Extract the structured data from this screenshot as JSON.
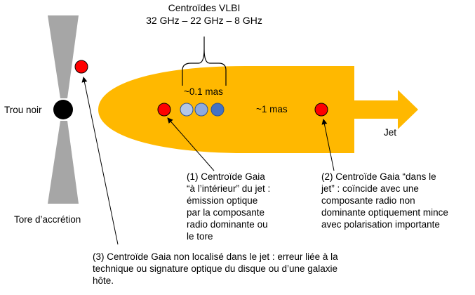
{
  "vlbi": {
    "title": "Centroïdes VLBI",
    "freqs": "32 GHz – 22 GHz – 8 GHz"
  },
  "labels": {
    "black_hole": "Trou noir",
    "torus": "Tore d’accrétion",
    "scale_small": "~0.1 mas",
    "scale_large": "~1 mas",
    "jet": "Jet"
  },
  "notes": {
    "inside_jet": "(1) Centroïde Gaia\n“à l’intérieur” du jet :\némission optique\npar la composante\nradio dominante ou\nle tore",
    "in_jet": "(2) Centroïde Gaia “dans le\njet” : coïncide avec une\ncomposante radio non\ndominante optiquement mince\navec polarisation importante",
    "not_in_jet": "(3) Centroïde Gaia non localisé dans le jet : erreur liée à la\ntechnique ou signature optique du disque ou d’une galaxie\nhôte."
  },
  "colors": {
    "jet": "#FFB800",
    "torus": "#A6A6A6",
    "gaia": "#FF0000",
    "vlbi_light": "#B4C7E7",
    "vlbi_mid": "#8FAADC",
    "vlbi_dark": "#4472C4"
  }
}
